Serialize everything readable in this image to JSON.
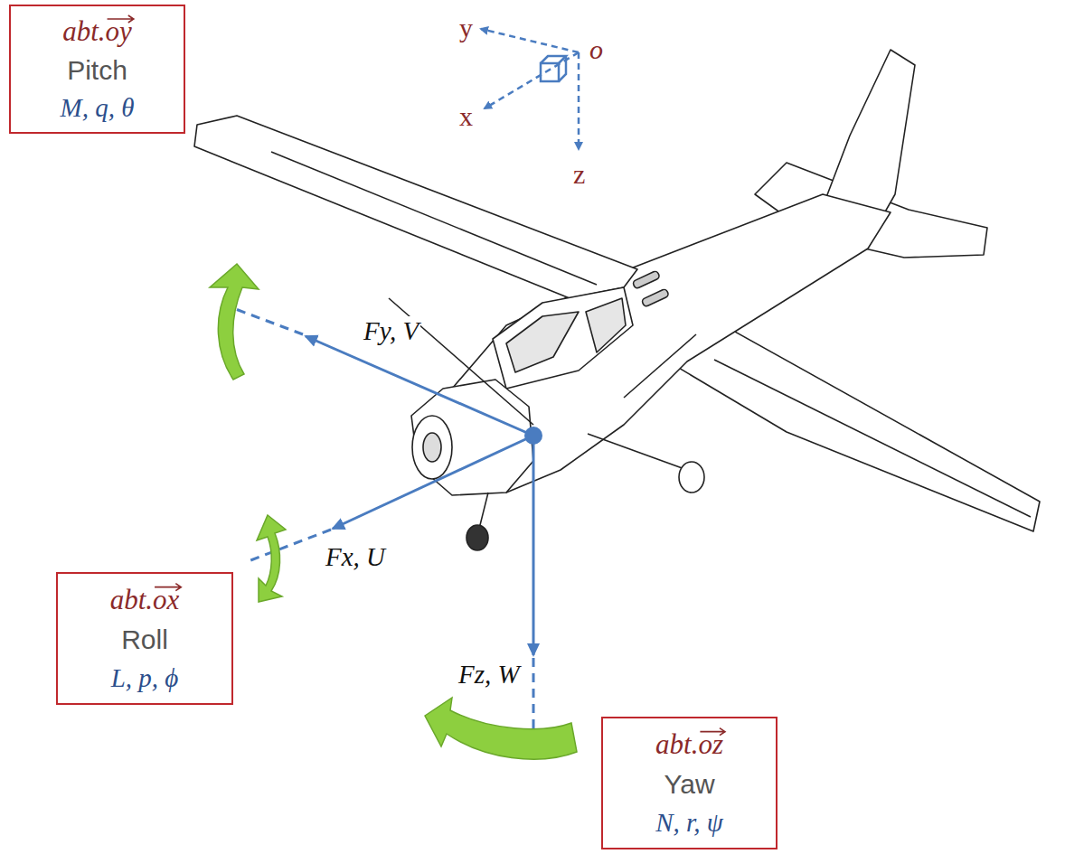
{
  "diagram": {
    "nodes": [
      {
        "text": [
          "abt.oy",
          "Pitch",
          "M, q, θ"
        ]
      },
      {
        "text": [
          "abt.ox",
          "Roll",
          "L, p, ϕ"
        ]
      },
      {
        "text": [
          "abt.oz",
          "Yaw",
          "N, r, ψ"
        ]
      }
    ],
    "labels": [
      "y",
      "o",
      "x",
      "z",
      "Fy, V",
      "Fx, U",
      "Fz, W"
    ]
  }
}
